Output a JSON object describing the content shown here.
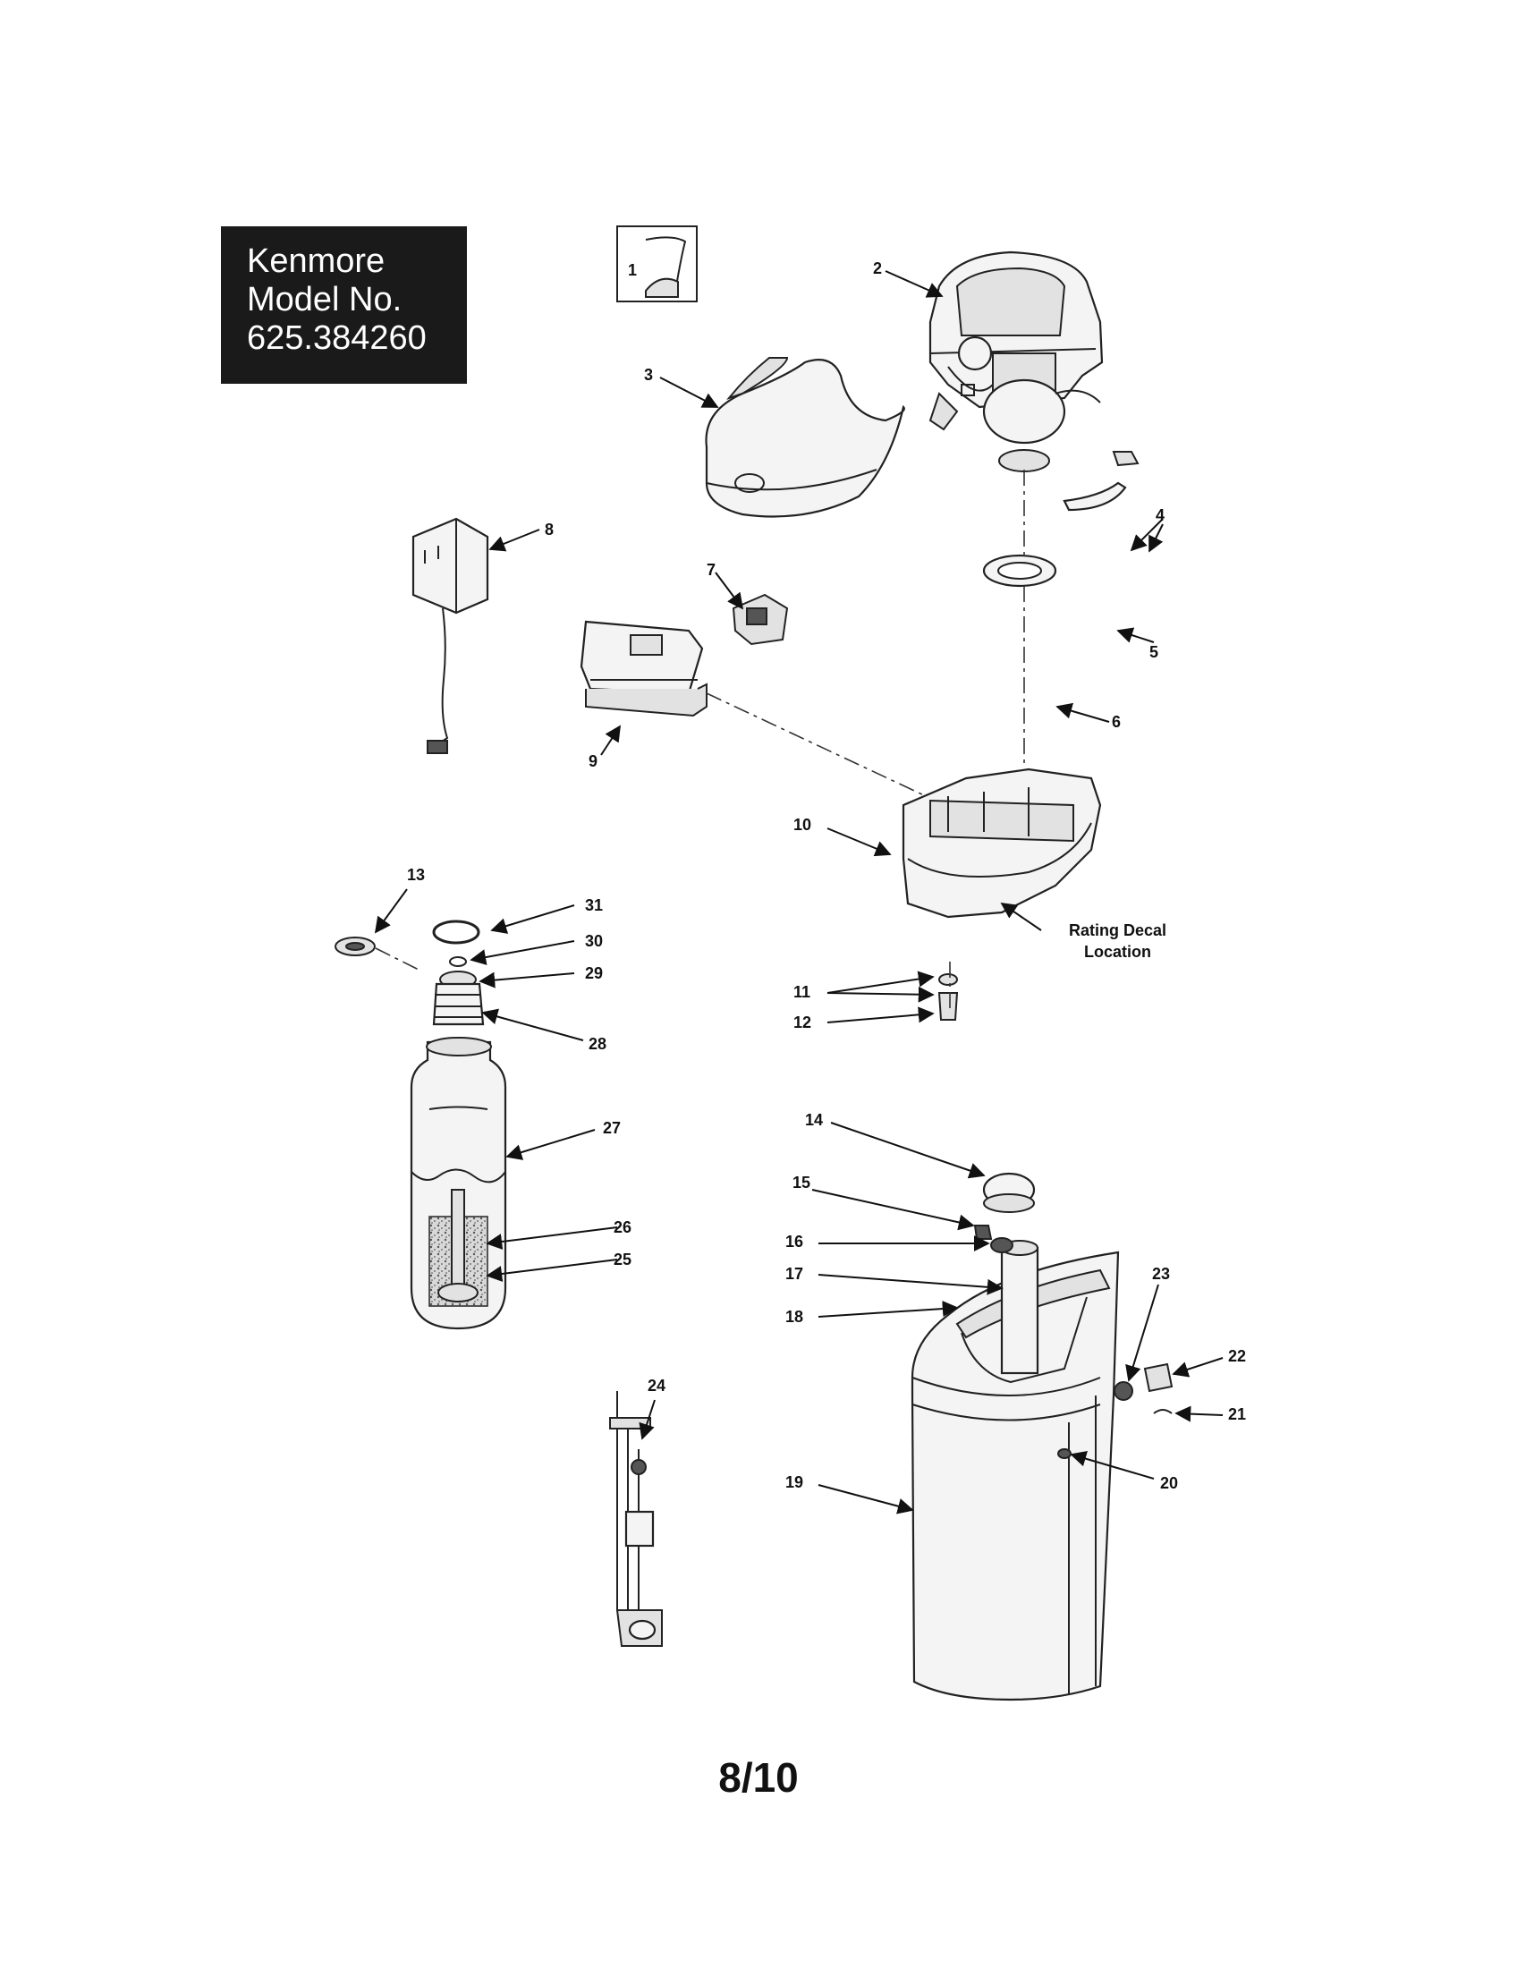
{
  "badge": {
    "line1": "Kenmore",
    "line2": "Model No.",
    "line3": "625.384260"
  },
  "callouts": [
    {
      "id": "1",
      "label": "1"
    },
    {
      "id": "2",
      "label": "2"
    },
    {
      "id": "3",
      "label": "3"
    },
    {
      "id": "4",
      "label": "4"
    },
    {
      "id": "5",
      "label": "5"
    },
    {
      "id": "6",
      "label": "6"
    },
    {
      "id": "7",
      "label": "7"
    },
    {
      "id": "8",
      "label": "8"
    },
    {
      "id": "9",
      "label": "9"
    },
    {
      "id": "10",
      "label": "10"
    },
    {
      "id": "11",
      "label": "11"
    },
    {
      "id": "12",
      "label": "12"
    },
    {
      "id": "13",
      "label": "13"
    },
    {
      "id": "14",
      "label": "14"
    },
    {
      "id": "15",
      "label": "15"
    },
    {
      "id": "16",
      "label": "16"
    },
    {
      "id": "17",
      "label": "17"
    },
    {
      "id": "18",
      "label": "18"
    },
    {
      "id": "19",
      "label": "19"
    },
    {
      "id": "20",
      "label": "20"
    },
    {
      "id": "21",
      "label": "21"
    },
    {
      "id": "22",
      "label": "22"
    },
    {
      "id": "23",
      "label": "23"
    },
    {
      "id": "24",
      "label": "24"
    },
    {
      "id": "25",
      "label": "25"
    },
    {
      "id": "26",
      "label": "26"
    },
    {
      "id": "27",
      "label": "27"
    },
    {
      "id": "28",
      "label": "28"
    },
    {
      "id": "29",
      "label": "29"
    },
    {
      "id": "30",
      "label": "30"
    },
    {
      "id": "31",
      "label": "31"
    }
  ],
  "rating_note": {
    "line1": "Rating Decal",
    "line2": "Location"
  },
  "page_number": "8/10"
}
